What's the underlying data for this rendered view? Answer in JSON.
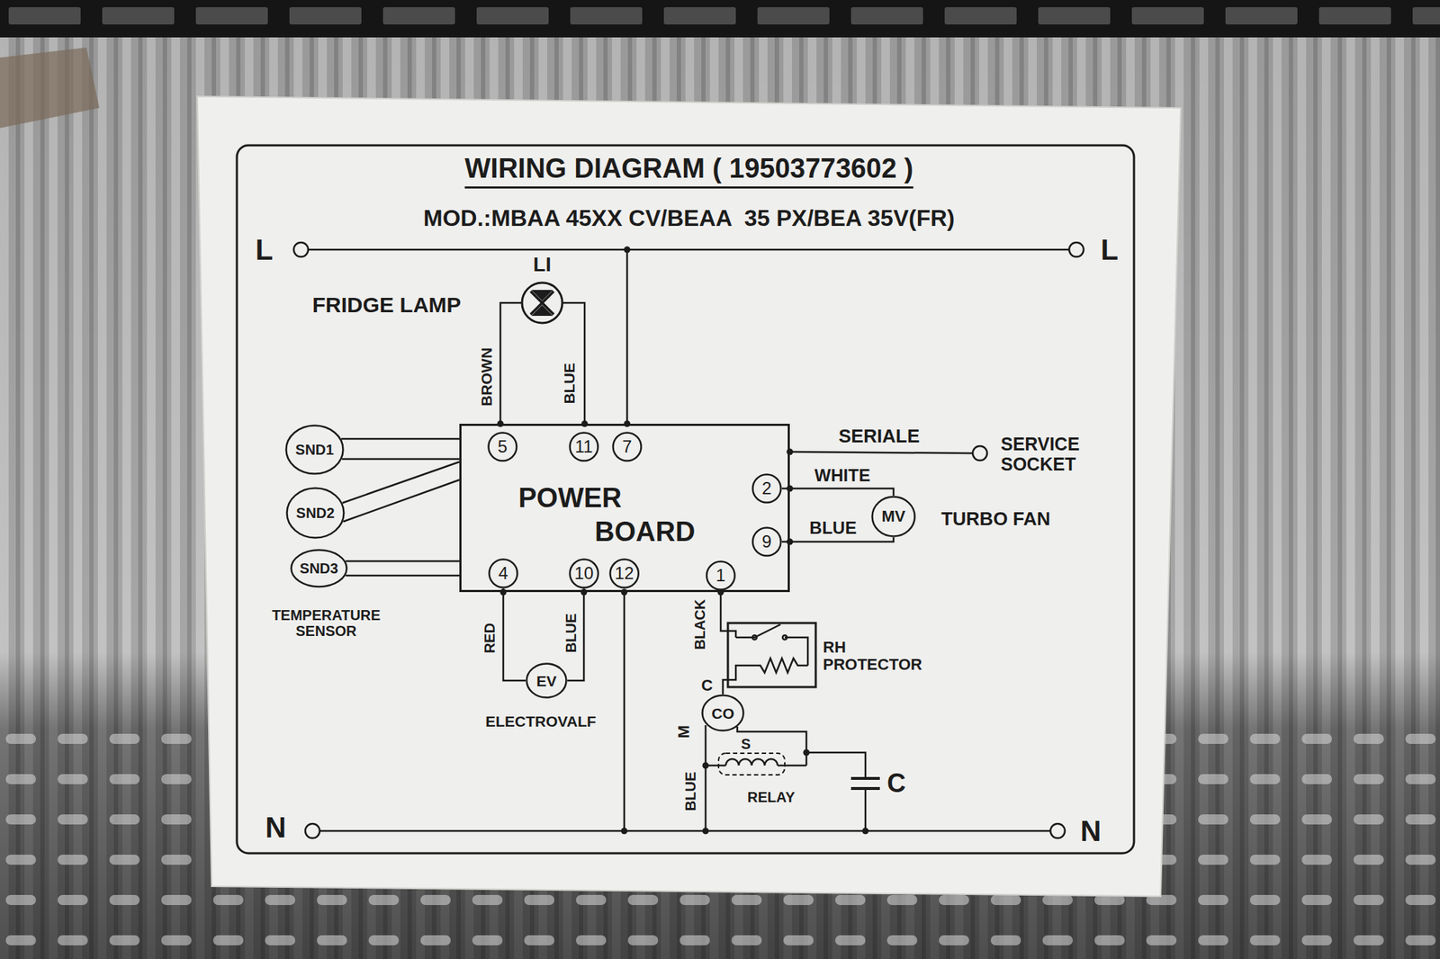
{
  "diagram": {
    "title": "WIRING DIAGRAM ( 19503773602 )",
    "nodes": [
      {
        "text": [
          "POWER BOARD"
        ]
      },
      {
        "text": [
          "5"
        ],
        "in": 0
      },
      {
        "text": [
          "11"
        ],
        "in": 0
      },
      {
        "text": [
          "7"
        ],
        "in": 0
      },
      {
        "text": [
          "2"
        ],
        "in": 0
      },
      {
        "text": [
          "9"
        ],
        "in": 0
      },
      {
        "text": [
          "4"
        ],
        "in": 0
      },
      {
        "text": [
          "10"
        ],
        "in": 0
      },
      {
        "text": [
          "12"
        ],
        "in": 0
      },
      {
        "text": [
          "1"
        ],
        "in": 0
      },
      {
        "text": [
          "SND1"
        ]
      },
      {
        "text": [
          "SND2"
        ]
      },
      {
        "text": [
          "SND3"
        ]
      },
      {
        "text": [
          "MV"
        ]
      },
      {
        "text": [
          "EV"
        ]
      },
      {
        "text": [
          "CO"
        ]
      }
    ],
    "edges": [
      {
        "from": 10,
        "to": 0,
        "arrow": "none"
      },
      {
        "from": 11,
        "to": 0,
        "arrow": "none"
      },
      {
        "from": 12,
        "to": 0,
        "arrow": "none"
      },
      {
        "from": 4,
        "to": 13,
        "label": "WHITE",
        "arrow": "none"
      },
      {
        "from": 5,
        "to": 13,
        "label": "BLUE",
        "arrow": "none"
      },
      {
        "from": 6,
        "to": 14,
        "label": "RED",
        "arrow": "none"
      },
      {
        "from": 7,
        "to": 14,
        "label": "BLUE",
        "arrow": "none"
      }
    ],
    "labels": [
      "MOD.:MBAA 45XX CV/BEAA  35 PX/BEA 35V(FR)",
      "L",
      "L",
      "LI",
      "FRIDGE LAMP",
      "BROWN",
      "BLUE",
      "SERIALE",
      "SERVICE SOCKET",
      "TURBO FAN",
      "TEMPERATURE SENSOR",
      "ELECTROVALF",
      "BLACK",
      "RH PROTECTOR",
      "C",
      "M",
      "S",
      "BLUE",
      "RELAY",
      "C",
      "N",
      "N"
    ]
  }
}
